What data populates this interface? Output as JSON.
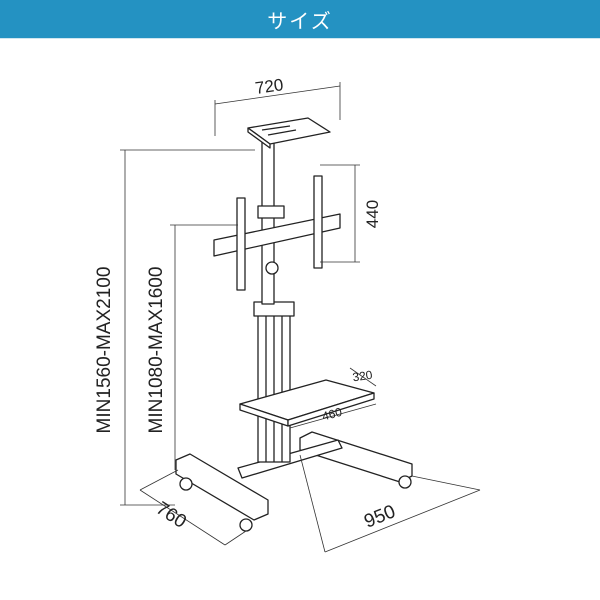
{
  "header": {
    "title": "サイズ",
    "color": "#2492c2"
  },
  "dimensions": {
    "top_plate_width": "720",
    "mount_height": "440",
    "shelf_depth": "320",
    "shelf_width": "460",
    "base_width": "950",
    "base_depth": "760",
    "total_height": "MIN1560-MAX2100",
    "mount_center_height": "MIN1080-MAX1600"
  }
}
